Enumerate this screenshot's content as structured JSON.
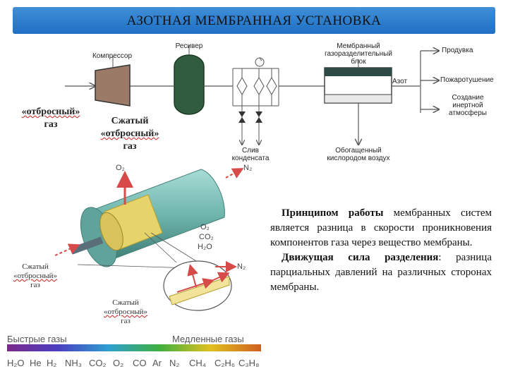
{
  "title": "АЗОТНАЯ МЕМБРАННАЯ УСТАНОВКА",
  "diagram": {
    "compressor": "Компрессор",
    "receiver": "Ресивер",
    "membrane_block_lines": [
      "Мембранный",
      "газоразделительный",
      "блок"
    ],
    "nitrogen": "Азот",
    "purge": "Продувка",
    "fire_extinguishing": "Пожаротушение",
    "inert_lines": [
      "Создание",
      "инертной",
      "атмосферы"
    ],
    "condensate_lines": [
      "Слив",
      "конденсата"
    ],
    "enriched_air_lines": [
      "Обогащенный",
      "кислородом воздух"
    ]
  },
  "labels": {
    "exhaust_gas_1": "«отбросный»",
    "exhaust_gas_2": "газ",
    "compressed_1": "Сжатый",
    "compressed_2": "«отбросный»",
    "compressed_3": "газ",
    "compressed_b1": "Сжатый",
    "compressed_b2": "«отбросный»",
    "compressed_b3": "газ",
    "compressed_c1": "Сжатый",
    "compressed_c2": "«отбросный»",
    "compressed_c3": "газ"
  },
  "chemistry": {
    "o2_top": "O₂",
    "n2_top": "N₂",
    "o2": "O₂",
    "co2": "CO₂",
    "h2o": "H₂O",
    "n2_right": "N₂"
  },
  "description": {
    "p1_bold": "Принципом работы",
    "p1_rest": " мембранных систем является разница в скорости проникновения компонентов газа через вещество мембраны.",
    "p2_bold": "Движущая сила разделения",
    "p2_rest": ": разница парциальных давлений на различных сторонах мембраны."
  },
  "scale": {
    "fast": "Быстрые газы",
    "slow": "Медленные газы",
    "gases": [
      "H₂O",
      "He",
      "H₂",
      "NH₃",
      "CO₂",
      "O₂",
      "CO",
      "Ar",
      "N₂",
      "CH₄",
      "C₂H₆",
      "C₃H₈"
    ]
  },
  "colors": {
    "title_bar": "#2f7fd0",
    "receiver": "#2f5d3d",
    "membrane_block": "#2e4a44",
    "arrow": "#d64a4a"
  }
}
